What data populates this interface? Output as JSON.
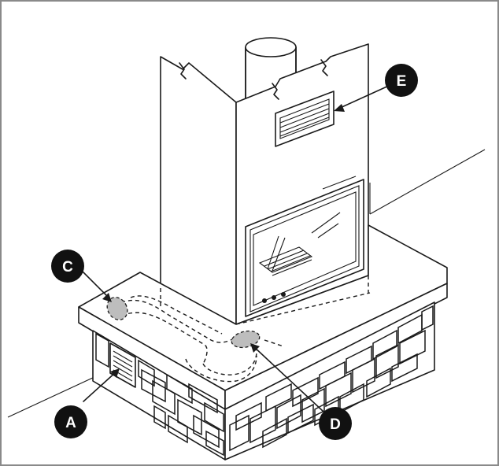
{
  "callouts": {
    "a": {
      "label": "A"
    },
    "c": {
      "label": "C"
    },
    "d": {
      "label": "D"
    },
    "e": {
      "label": "E"
    }
  },
  "colors": {
    "line": "#1a1a1a",
    "callout_fill": "#111111",
    "callout_text": "#ffffff",
    "vent_fill": "#bdbdbd",
    "frame": "#8a8a8a"
  }
}
